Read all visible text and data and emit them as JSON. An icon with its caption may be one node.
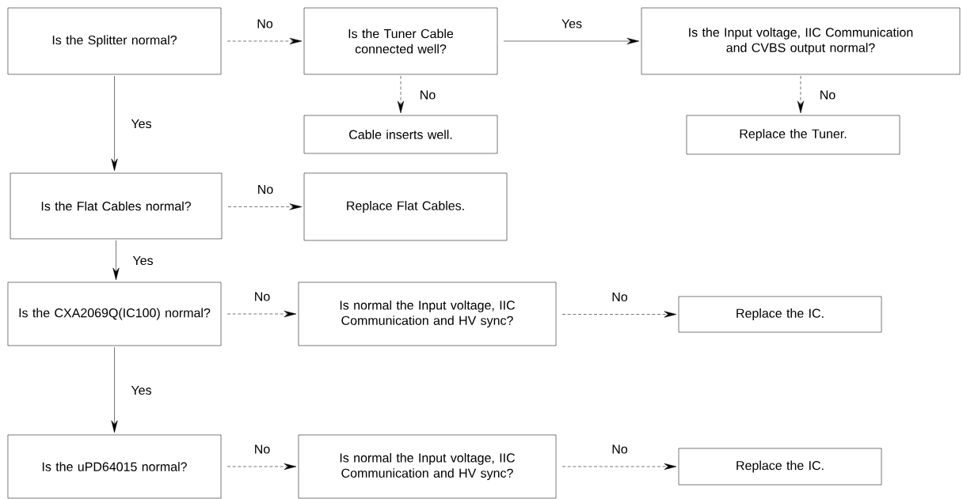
{
  "diagram": {
    "nodes": [
      {
        "text": [
          "Is the Splitter normal?"
        ]
      },
      {
        "text": [
          "Is the Tuner Cable connected well?"
        ]
      },
      {
        "text": [
          "Is the Input voltage, IIC Communication and CVBS output normal?"
        ]
      },
      {
        "text": [
          "Cable inserts well."
        ]
      },
      {
        "text": [
          "Replace the Tuner."
        ]
      },
      {
        "text": [
          "Is the Flat Cables normal?"
        ]
      },
      {
        "text": [
          "Replace Flat Cables."
        ]
      },
      {
        "text": [
          "Is the CXA2069Q(IC100) normal?"
        ]
      },
      {
        "text": [
          "Is normal the Input voltage, IIC Communication and HV sync?"
        ]
      },
      {
        "text": [
          "Replace the IC."
        ]
      },
      {
        "text": [
          "Is the uPD64015 normal?"
        ]
      },
      {
        "text": [
          "Is normal the Input voltage, IIC Communication and HV sync?"
        ]
      },
      {
        "text": [
          "Replace the IC."
        ]
      }
    ],
    "edges": [
      {
        "from": 0,
        "to": 1,
        "arrow": "to",
        "label": "No",
        "style": "dashed"
      },
      {
        "from": 1,
        "to": 2,
        "arrow": "to",
        "label": "Yes"
      },
      {
        "from": 1,
        "to": 3,
        "arrow": "to",
        "label": "No",
        "style": "dashed"
      },
      {
        "from": 2,
        "to": 4,
        "arrow": "to",
        "label": "No",
        "style": "dashed"
      },
      {
        "from": 0,
        "to": 5,
        "arrow": "to",
        "label": "Yes"
      },
      {
        "from": 5,
        "to": 6,
        "arrow": "to",
        "label": "No",
        "style": "dashed"
      },
      {
        "from": 5,
        "to": 7,
        "arrow": "to",
        "label": "Yes"
      },
      {
        "from": 7,
        "to": 8,
        "arrow": "to",
        "label": "No",
        "style": "dashed"
      },
      {
        "from": 8,
        "to": 9,
        "arrow": "to",
        "label": "No",
        "style": "dashed"
      },
      {
        "from": 7,
        "to": 10,
        "arrow": "to",
        "label": "Yes"
      },
      {
        "from": 10,
        "to": 11,
        "arrow": "to",
        "label": "No",
        "style": "dashed"
      },
      {
        "from": 11,
        "to": 12,
        "arrow": "to",
        "label": "No",
        "style": "dashed"
      }
    ]
  }
}
